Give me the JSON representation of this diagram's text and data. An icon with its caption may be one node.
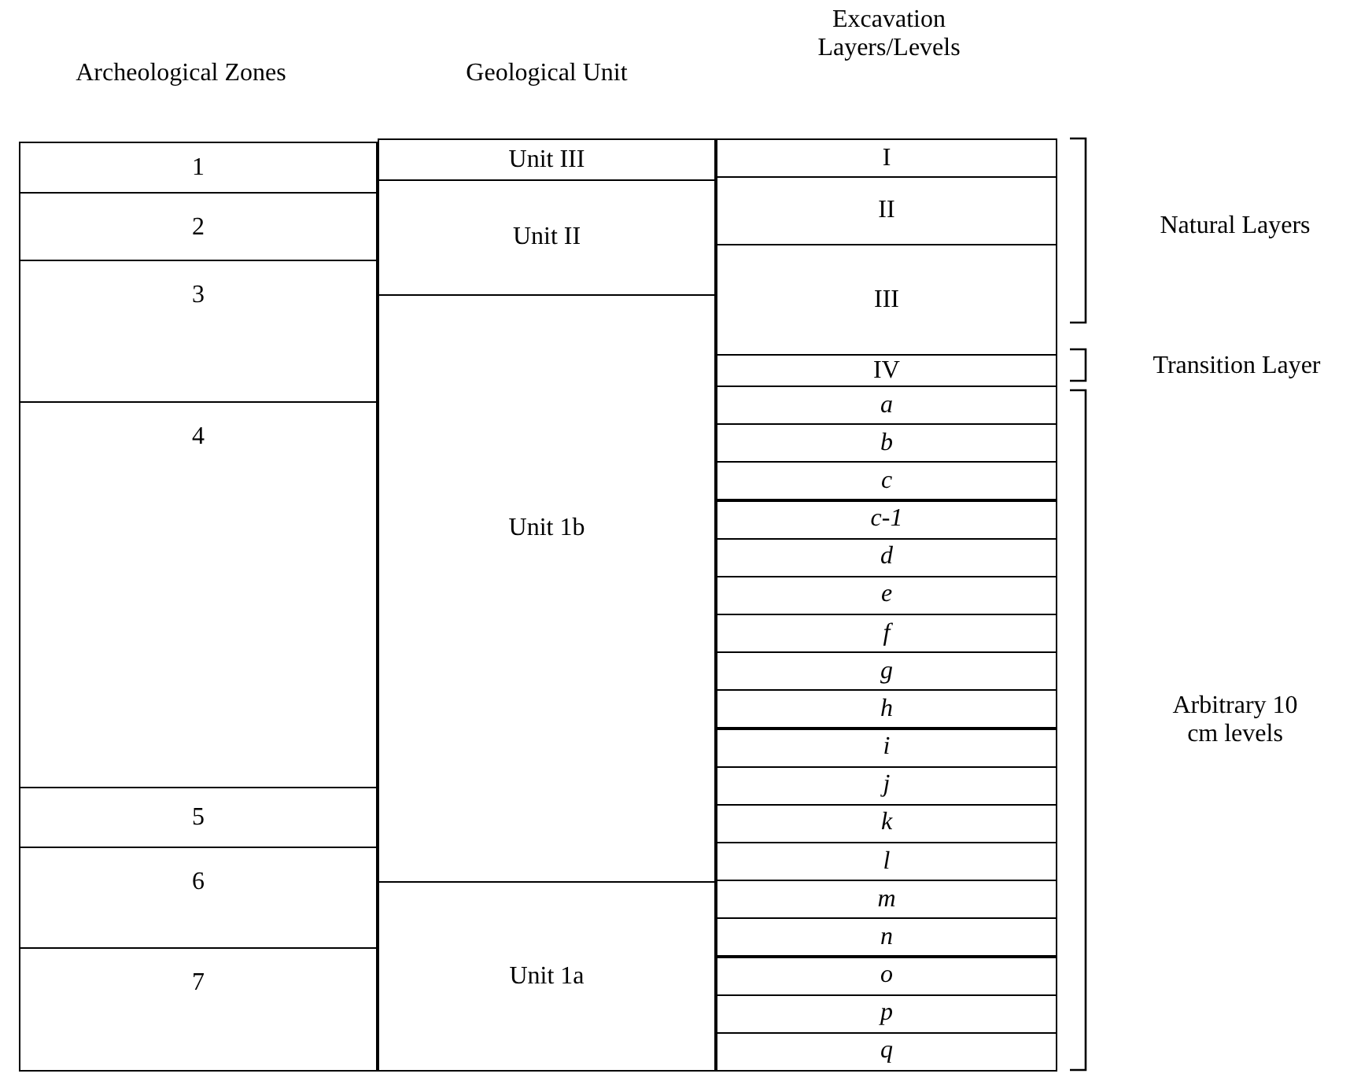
{
  "diagram": {
    "nodes": [
      {
        "text": [
          "1"
        ]
      },
      {
        "text": [
          "2"
        ]
      },
      {
        "text": [
          "3"
        ]
      },
      {
        "text": [
          "4"
        ]
      },
      {
        "text": [
          "5"
        ]
      },
      {
        "text": [
          "6"
        ]
      },
      {
        "text": [
          "7"
        ]
      },
      {
        "text": [
          "Unit III"
        ]
      },
      {
        "text": [
          "Unit II"
        ]
      },
      {
        "text": [
          "Unit 1b"
        ]
      },
      {
        "text": [
          "Unit 1a"
        ]
      },
      {
        "text": [
          "I"
        ]
      },
      {
        "text": [
          "II"
        ]
      },
      {
        "text": [
          "III"
        ]
      },
      {
        "text": [
          "IV"
        ]
      },
      {
        "text": [
          "a"
        ]
      },
      {
        "text": [
          "b"
        ]
      },
      {
        "text": [
          "c"
        ]
      },
      {
        "text": [
          "c-1"
        ]
      },
      {
        "text": [
          "d"
        ]
      },
      {
        "text": [
          "e"
        ]
      },
      {
        "text": [
          "f"
        ]
      },
      {
        "text": [
          "g"
        ]
      },
      {
        "text": [
          "h"
        ]
      },
      {
        "text": [
          "i"
        ]
      },
      {
        "text": [
          "j"
        ]
      },
      {
        "text": [
          "k"
        ]
      },
      {
        "text": [
          "l"
        ]
      },
      {
        "text": [
          "m"
        ]
      },
      {
        "text": [
          "n"
        ]
      },
      {
        "text": [
          "o"
        ]
      },
      {
        "text": [
          "p"
        ]
      },
      {
        "text": [
          "q"
        ]
      }
    ],
    "labels": [
      "Archeological Zones",
      "Geological Unit",
      "Excavation Layers/Levels",
      "Natural Layers",
      "Transition Layer",
      "Arbitrary 10 cm levels"
    ]
  }
}
